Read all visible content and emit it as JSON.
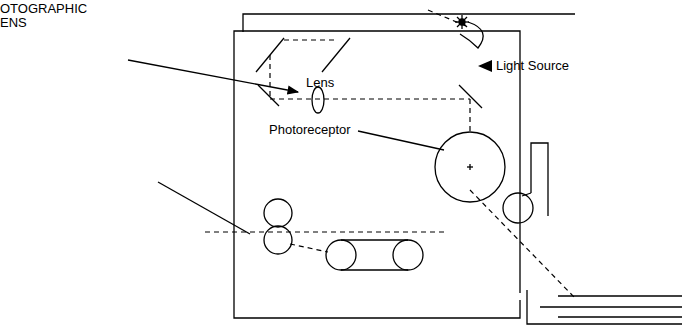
{
  "diagram": {
    "labels": [
      "OTOGRAPHIC ENS",
      "Light Source",
      "Lens",
      "Photoreceptor"
    ]
  }
}
